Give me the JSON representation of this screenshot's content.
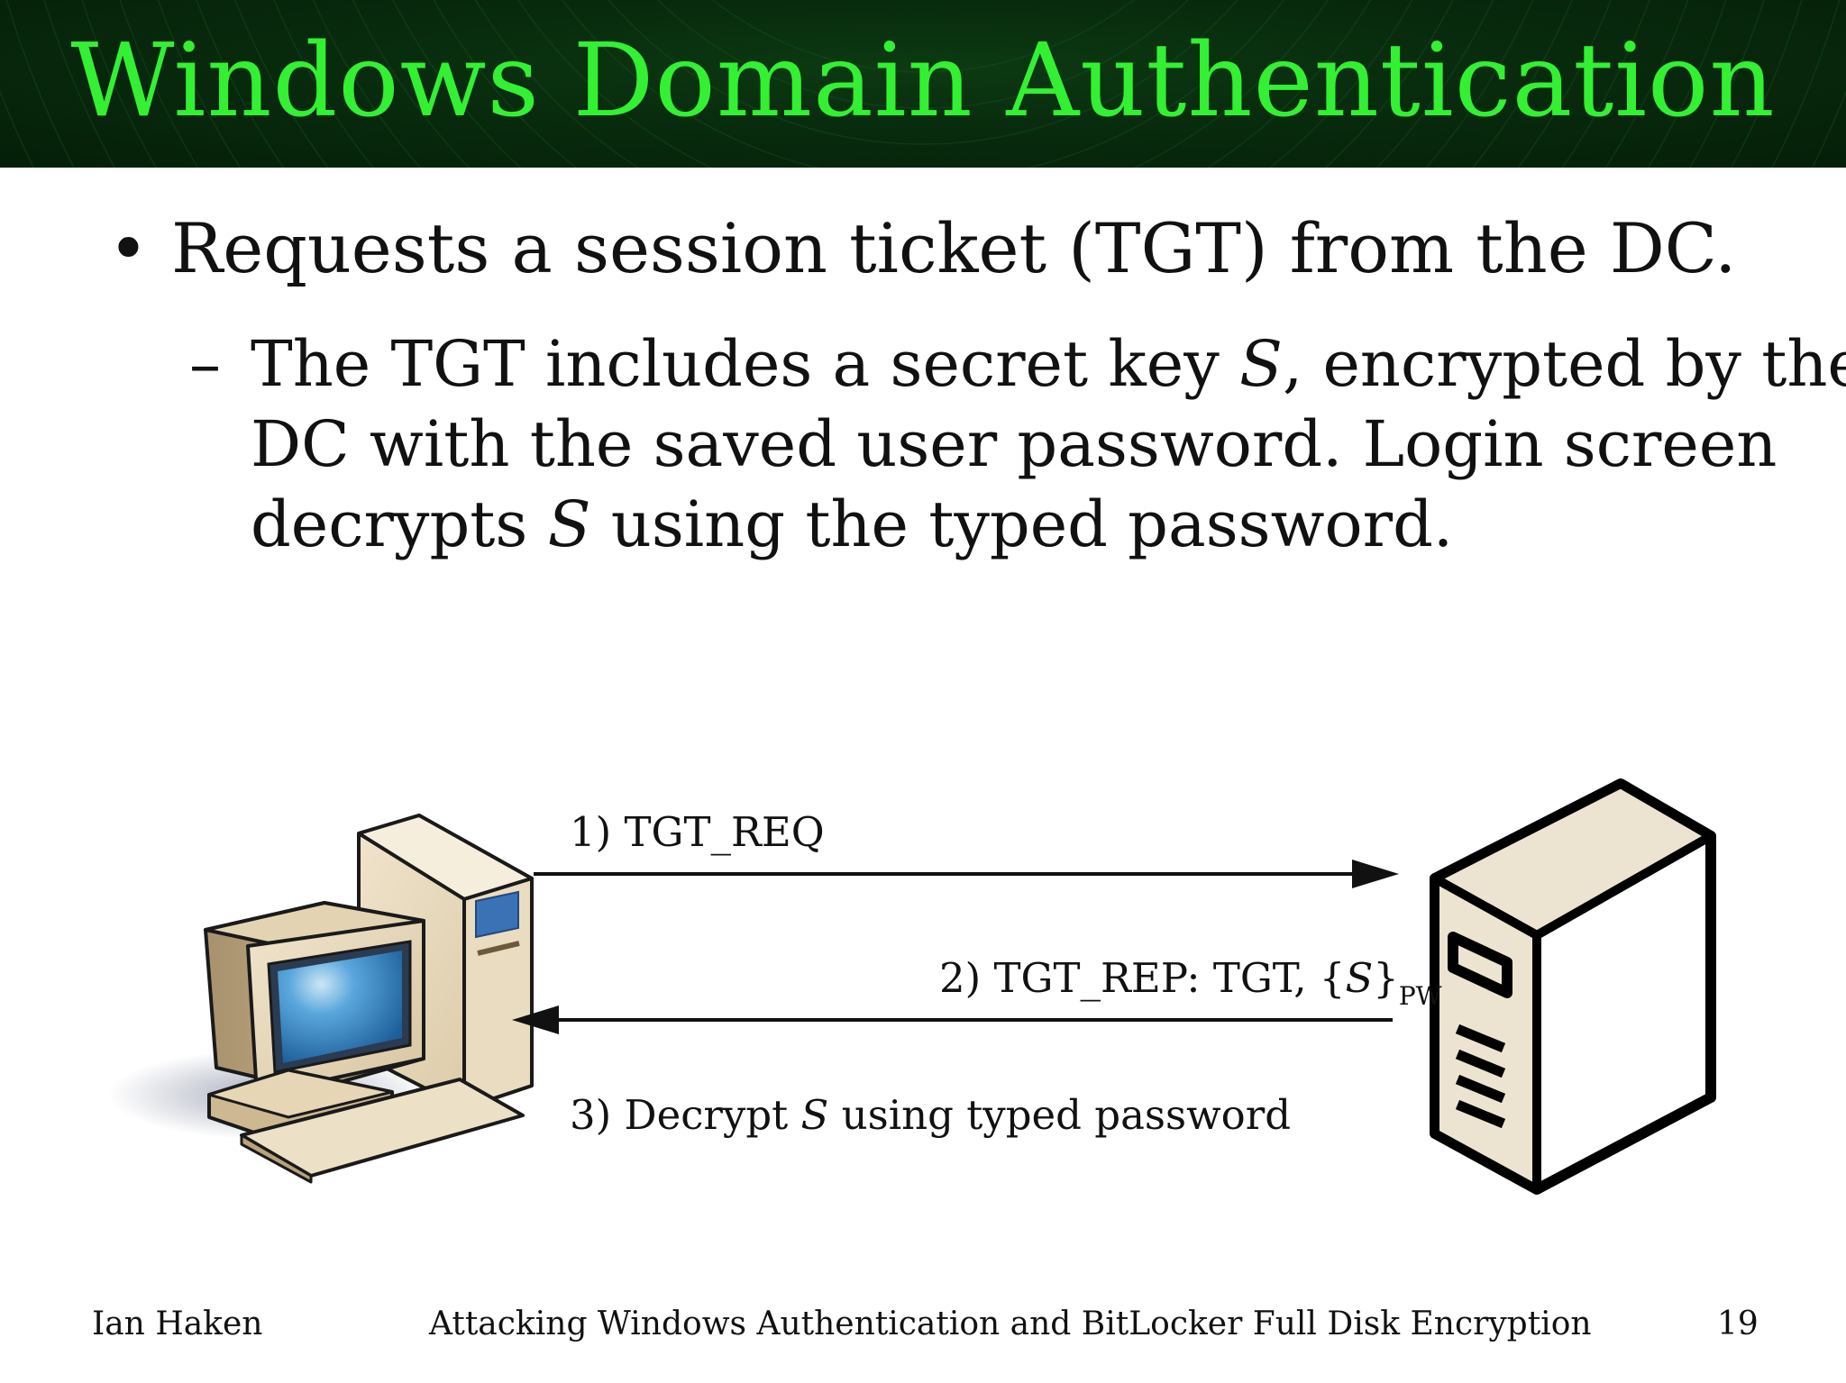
{
  "title": "Windows Domain Authentication",
  "bullet": {
    "symbol": "•",
    "text": "Requests a session ticket (TGT) from the DC."
  },
  "sub_bullet": {
    "symbol": "–",
    "line1_a": "The TGT includes a secret key ",
    "line1_var": "S",
    "line1_b": ", encrypted by the",
    "line2": "DC with the saved user password. Login screen",
    "line3_a": "decrypts ",
    "line3_var": "S",
    "line3_b": " using the typed password."
  },
  "diagram": {
    "step1": "1) TGT_REQ",
    "step2_a": "2) TGT_REP: TGT, {",
    "step2_var": "S",
    "step2_b": "}",
    "step2_sub": "PW",
    "step3_a": "3) Decrypt ",
    "step3_var": "S",
    "step3_b": " using typed password",
    "client_icon": "desktop-computer-icon",
    "server_icon": "server-tower-icon"
  },
  "footer": {
    "author": "Ian Haken",
    "talk_title": "Attacking Windows Authentication and BitLocker Full Disk Encryption",
    "page_number": "19"
  },
  "colors": {
    "title_text": "#33f033",
    "title_background": "#082b0d",
    "body_text": "#111111"
  }
}
